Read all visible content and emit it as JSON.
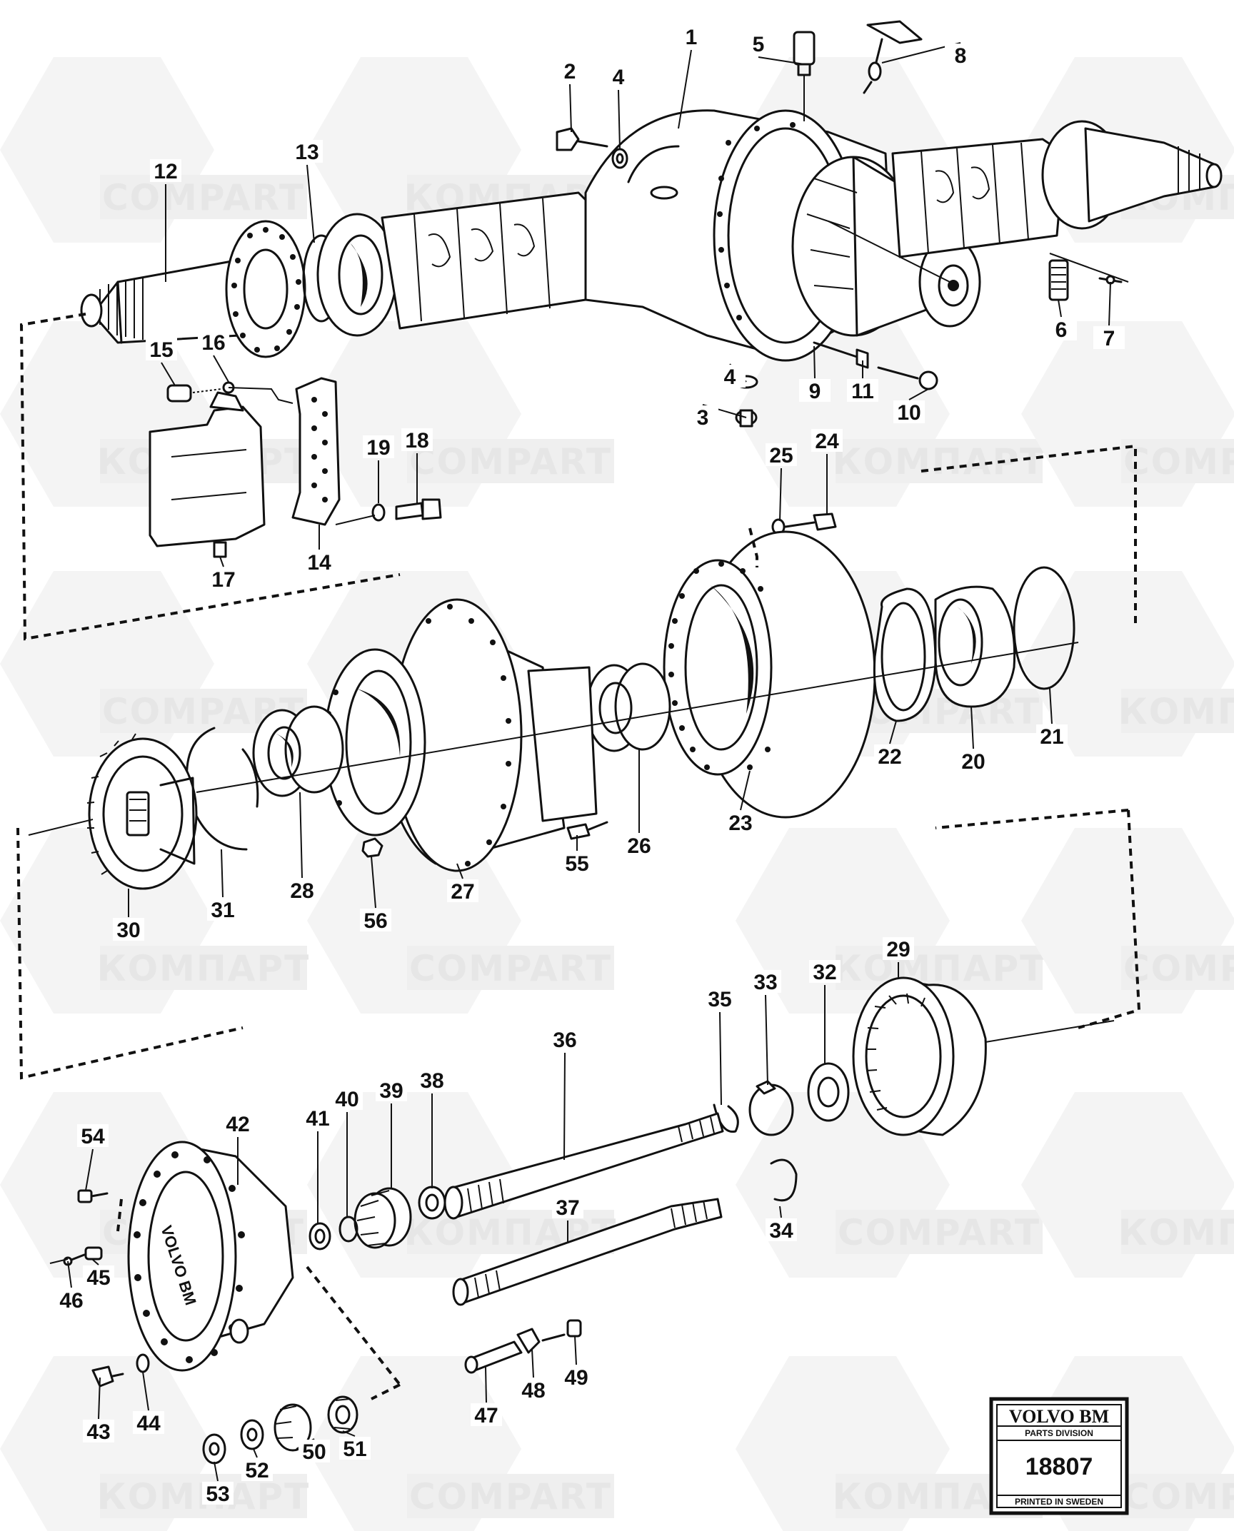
{
  "watermark": {
    "labels": [
      "COMPART",
      "КОМПАРТ"
    ]
  },
  "badge": {
    "brand": "VOLVO BM",
    "division": "PARTS DIVISION",
    "number": "18807",
    "footer": "PRINTED IN SWEDEN"
  },
  "part_embossing": "VOLVO BM",
  "callouts": [
    "1",
    "2",
    "3",
    "4",
    "4",
    "5",
    "6",
    "7",
    "8",
    "9",
    "10",
    "11",
    "12",
    "13",
    "14",
    "15",
    "16",
    "17",
    "18",
    "19",
    "20",
    "21",
    "22",
    "23",
    "24",
    "25",
    "26",
    "27",
    "28",
    "29",
    "30",
    "31",
    "32",
    "33",
    "34",
    "35",
    "36",
    "37",
    "38",
    "39",
    "40",
    "41",
    "42",
    "43",
    "44",
    "45",
    "46",
    "47",
    "48",
    "49",
    "50",
    "51",
    "52",
    "53",
    "54",
    "55",
    "56"
  ]
}
